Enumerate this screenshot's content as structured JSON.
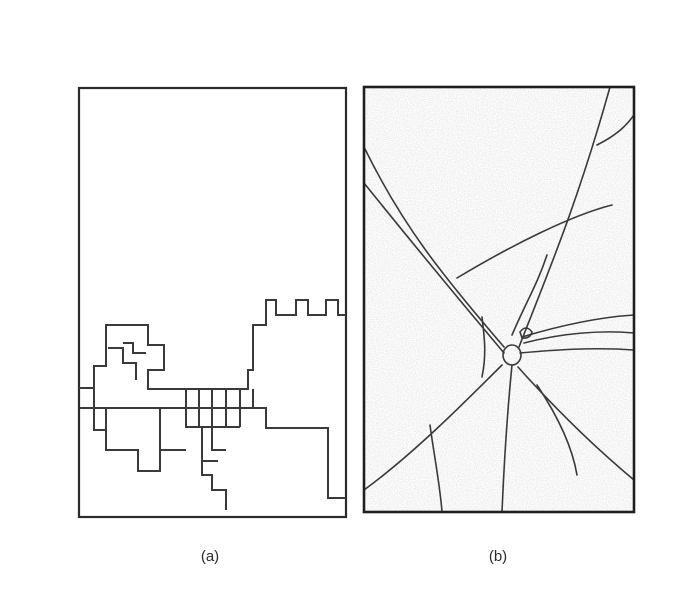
{
  "figure": {
    "panels": [
      {
        "caption": "(a)",
        "description_icon": "grid-crack-pattern"
      },
      {
        "caption": "(b)",
        "description_icon": "radial-crack-pattern"
      }
    ]
  },
  "colors": {
    "line": "#3a3a3a",
    "frame": "#2b2b2b",
    "speckle": "#9a9a9a",
    "background": "#ffffff"
  }
}
